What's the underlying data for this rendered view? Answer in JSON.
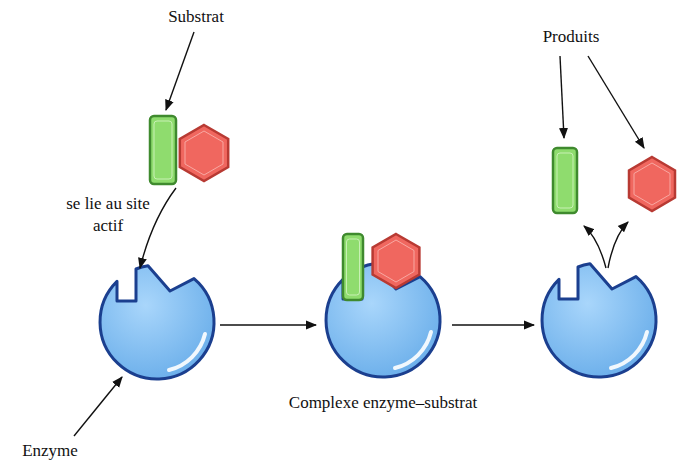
{
  "diagram": {
    "labels": [
      "Substrat",
      "se lie au site actif",
      "Produits",
      "Complexe enzyme–substrat",
      "Enzyme"
    ]
  }
}
